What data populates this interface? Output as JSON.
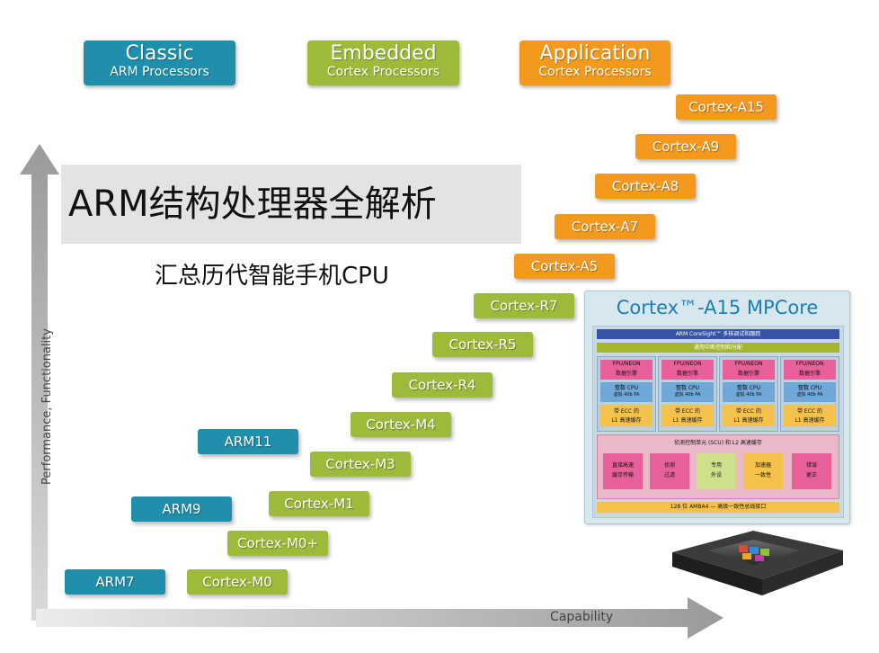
{
  "headers": [
    {
      "title": "Classic",
      "subtitle": "ARM Processors",
      "color": "#1f8fab"
    },
    {
      "title": "Embedded",
      "subtitle": "Cortex Processors",
      "color": "#9dba3a"
    },
    {
      "title": "Application",
      "subtitle": "Cortex Processors",
      "color": "#f39a1e"
    }
  ],
  "title": "ARM结构处理器全解析",
  "subtitle": "汇总历代智能手机CPU",
  "axes": {
    "y_label": "Performance, Functionality",
    "x_label": "Capability"
  },
  "classic_processors": [
    "ARM7",
    "ARM9",
    "ARM11"
  ],
  "embedded_processors": [
    "Cortex-M0",
    "Cortex-M0+",
    "Cortex-M1",
    "Cortex-M3",
    "Cortex-M4",
    "Cortex-R4",
    "Cortex-R5",
    "Cortex-R7"
  ],
  "application_processors": [
    "Cortex-A5",
    "Cortex-A7",
    "Cortex-A8",
    "Cortex-A9",
    "Cortex-A15"
  ],
  "mpcore": {
    "title": "Cortex™-A15 MPCore",
    "coresight": "ARM CoreSight™ 多核调试和跟踪",
    "interrupt": "通用中断控制和分配",
    "cores": [
      {
        "fpu": "FPU/NEON",
        "fpu2": "数据引擎",
        "cpu": "整数 CPU",
        "cpu2": "虚拟 40b PA",
        "cache": "带 ECC 的",
        "cache2": "L1 高速缓存"
      },
      {
        "fpu": "FPU/NEON",
        "fpu2": "数据引擎",
        "cpu": "整数 CPU",
        "cpu2": "虚拟 40b PA",
        "cache": "带 ECC 的",
        "cache2": "L1 高速缓存"
      },
      {
        "fpu": "FPU/NEON",
        "fpu2": "数据引擎",
        "cpu": "整数 CPU",
        "cpu2": "虚拟 40b PA",
        "cache": "带 ECC 的",
        "cache2": "L1 高速缓存"
      },
      {
        "fpu": "FPU/NEON",
        "fpu2": "数据引擎",
        "cpu": "整数 CPU",
        "cpu2": "虚拟 40b PA",
        "cache": "带 ECC 的",
        "cache2": "L1 高速缓存"
      }
    ],
    "scu": "侦测控制单元 (SCU) 和 L2 高速缓存",
    "blocks": [
      {
        "l1": "直接高速",
        "l2": "缓存传输",
        "color": "#e8609a"
      },
      {
        "l1": "侦测",
        "l2": "过滤",
        "color": "#e8609a"
      },
      {
        "l1": "专用",
        "l2": "外设",
        "color": "#cfe08a"
      },
      {
        "l1": "加速器",
        "l2": "一致性",
        "color": "#f4c24a"
      },
      {
        "l1": "错误",
        "l2": "更正",
        "color": "#e8609a"
      }
    ],
    "bus": "128 位 AMBA4 — 高级一致性总线接口"
  },
  "colors": {
    "classic": "#1f8fab",
    "embedded": "#9dba3a",
    "application": "#f39a1e",
    "mpcore_title": "#1b7fb5"
  }
}
